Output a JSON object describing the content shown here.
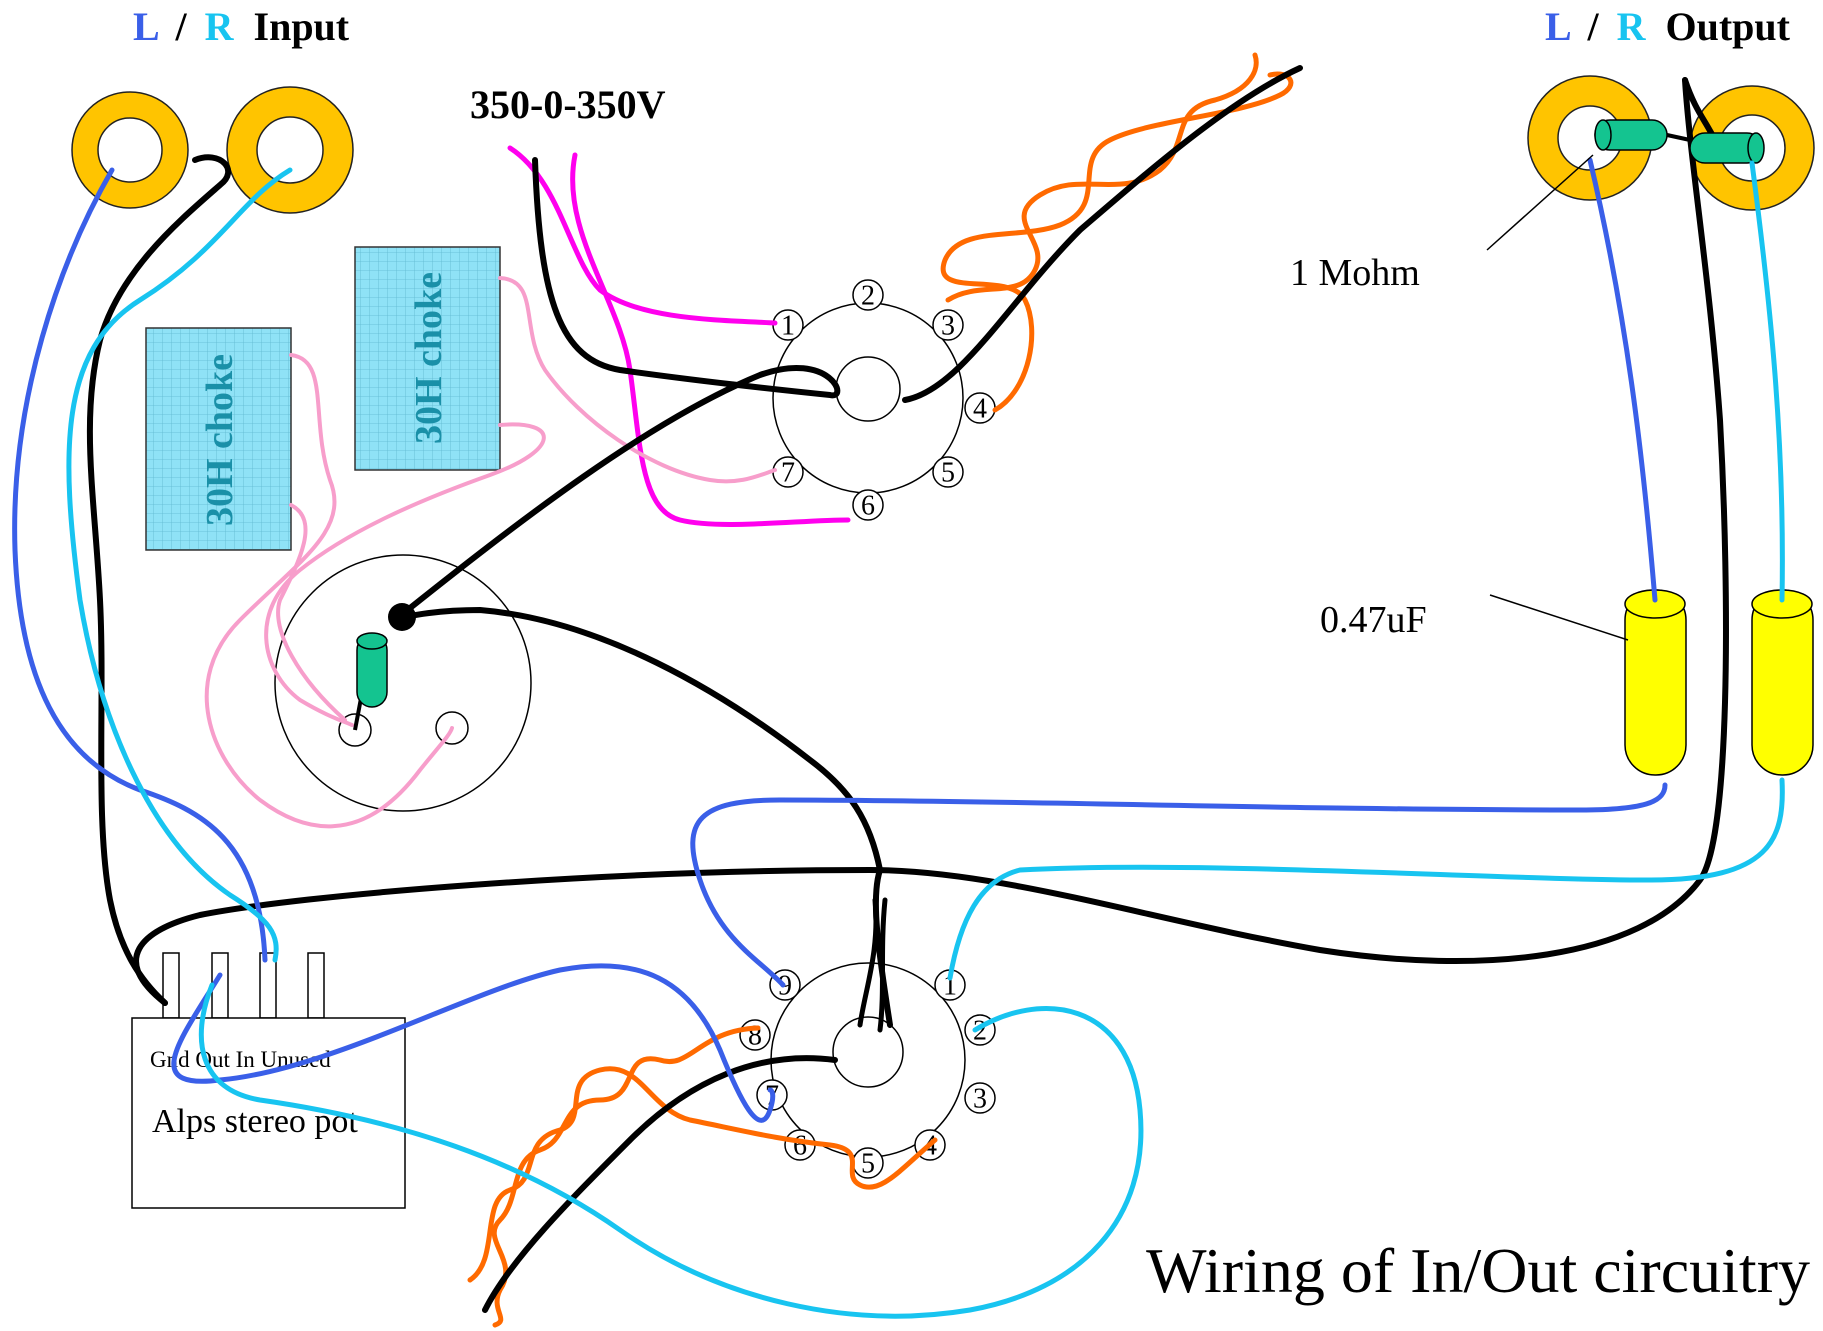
{
  "colors": {
    "left_channel": "#3a5fe8",
    "right_channel": "#18c4f0",
    "jack_ring": "#ffc400",
    "choke_fill": "#8fe2f6",
    "choke_label": "#1a90a8",
    "heater_wire": "#ff6a00",
    "ht_wire": "#ff00ee",
    "choke_wire": "#f79ecb",
    "ground_wire": "#000000",
    "resistor_body": "#14c490",
    "capacitor_body": "#ffff00"
  },
  "input": {
    "title_l": "L",
    "title_sep": "/",
    "title_r": "R",
    "title_word": "Input"
  },
  "output": {
    "title_l": "L",
    "title_sep": "/",
    "title_r": "R",
    "title_word": "Output"
  },
  "power": {
    "label": "350-0-350V"
  },
  "chokes": [
    {
      "label": "30H choke"
    },
    {
      "label": "30H choke"
    }
  ],
  "components": {
    "resistor_label": "1 Mohm",
    "capacitor_label": "0.47uF"
  },
  "pot": {
    "terminal_labels": "Gnd Out In Unused",
    "name": "Alps stereo pot"
  },
  "upper_socket": {
    "pins": [
      "1",
      "2",
      "3",
      "4",
      "5",
      "6",
      "7"
    ]
  },
  "lower_socket": {
    "pins": [
      "1",
      "2",
      "3",
      "4",
      "5",
      "6",
      "7",
      "8",
      "9"
    ]
  },
  "caption": "Wiring of In/Out circuitry"
}
